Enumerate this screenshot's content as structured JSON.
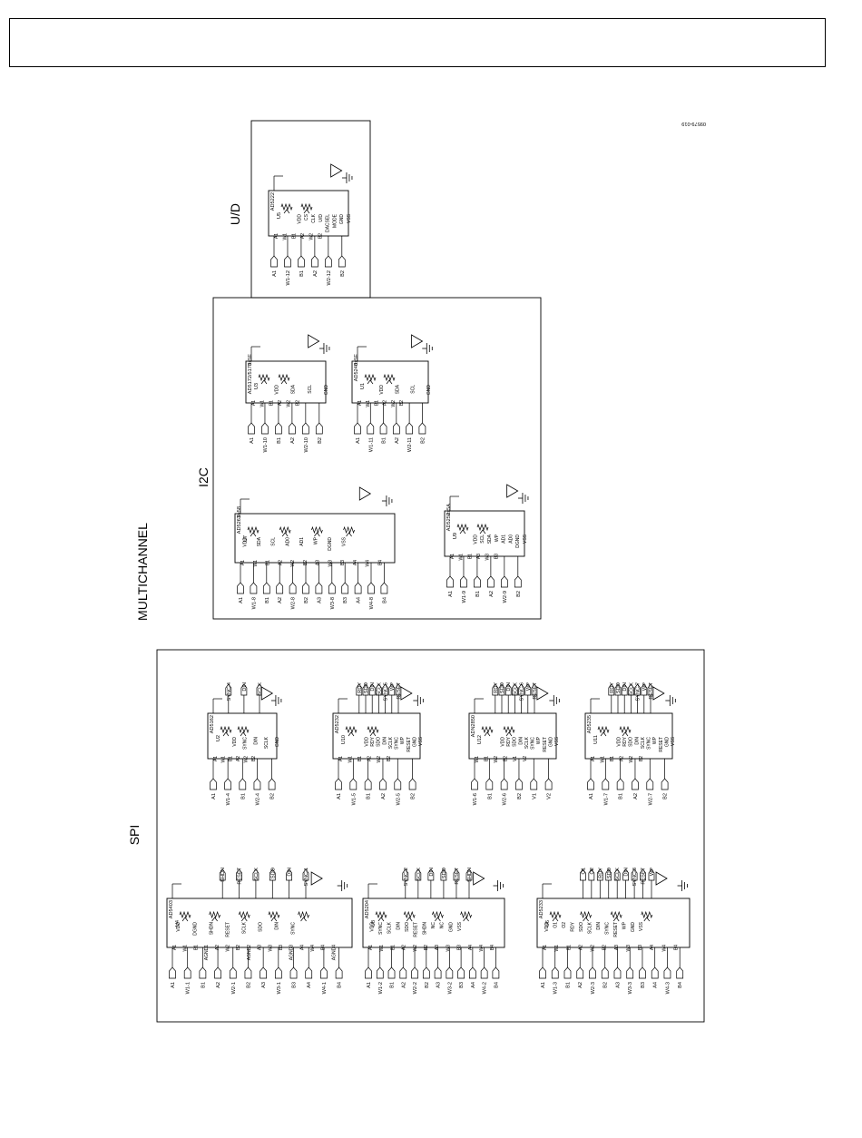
{
  "header": {
    "title": ""
  },
  "figure_id": "09579-019",
  "sections": {
    "ud": "U/D",
    "i2c": "I2C",
    "multichannel": "MULTICHANNEL",
    "spi": "SPI"
  },
  "chips": [
    {
      "ref": "U5",
      "part": "AD5222",
      "left": [
        "A1",
        "W1",
        "B1",
        "A2",
        "W2",
        "B2"
      ],
      "right": [
        "VDD",
        "CS",
        "CLK",
        "U/D",
        "DACSEL",
        "MODE",
        "GND",
        "VSS"
      ],
      "nets": [
        "A1",
        "W1-12",
        "B1",
        "A2",
        "W2-12",
        "B2"
      ]
    },
    {
      "ref": "U3",
      "part": "AD5172/5173",
      "addr": "0x5E",
      "left": [
        "A1",
        "W1",
        "B1",
        "A2",
        "W2",
        "B2"
      ],
      "right": [
        "VDD",
        "SDA",
        "SCL",
        "GND"
      ],
      "nets": [
        "A1",
        "W1-10",
        "B1",
        "A2",
        "W2-10",
        "B2"
      ]
    },
    {
      "ref": "U1",
      "part": "AD5248",
      "addr": "0x5E",
      "left": [
        "A1",
        "W1",
        "B1",
        "A2",
        "W2",
        "B2"
      ],
      "right": [
        "VDD",
        "SDA",
        "SCL",
        "GND"
      ],
      "nets": [
        "A1",
        "W1-11",
        "B1",
        "A2",
        "W2-11",
        "B2"
      ]
    },
    {
      "ref": "U7",
      "part": "AD5263",
      "addr": "0x58",
      "left": [
        "A1",
        "W1",
        "B1",
        "A2",
        "W2",
        "B2",
        "A3",
        "W3",
        "B3",
        "A4",
        "W4",
        "B4"
      ],
      "right": [
        "VDD",
        "SDA",
        "SCL",
        "AD0",
        "AD1",
        "WP",
        "DGND",
        "VSS"
      ],
      "nets": [
        "A1",
        "W1-8",
        "B1",
        "A2",
        "W2-8",
        "B2",
        "A3",
        "W3-8",
        "B3",
        "A4",
        "W4-8",
        "B4"
      ]
    },
    {
      "ref": "U9",
      "part": "AD5252",
      "addr": "0x5A",
      "left": [
        "A1",
        "W1",
        "B1",
        "A3",
        "W3",
        "B3"
      ],
      "right": [
        "VDD",
        "SCL",
        "SDA",
        "WP",
        "AD1",
        "AD0",
        "DGND",
        "VSS"
      ],
      "nets": [
        "A1",
        "W1-9",
        "B1",
        "A2",
        "W2-9",
        "B2"
      ]
    },
    {
      "ref": "U2",
      "part": "AD5162",
      "left": [
        "A1",
        "W1",
        "B1",
        "A2",
        "W2",
        "B2"
      ],
      "right": [
        "VDD",
        "SYNC",
        "DIN",
        "SCLK",
        "GND"
      ],
      "nets": [
        "A1",
        "W1-4",
        "B1",
        "W2-4",
        "B2"
      ],
      "top_nets": [
        "SYNC-4",
        "DIN",
        "SCLK"
      ]
    },
    {
      "ref": "U10",
      "part": "AD5232",
      "left": [
        "A1",
        "W1",
        "B1",
        "A2",
        "W2",
        "B2"
      ],
      "right": [
        "VDD",
        "RDY",
        "SDO",
        "DIN",
        "SCLK",
        "SYNC",
        "WP",
        "RESET",
        "GND",
        "VSS"
      ],
      "nets": [
        "A1",
        "W1-5",
        "B1",
        "A2",
        "W2-5",
        "B2"
      ],
      "top_nets": [
        "RDY",
        "SDO",
        "DIN",
        "SCLK",
        "SYNC-5",
        "WP",
        "RESET"
      ]
    },
    {
      "ref": "U12",
      "part": "ADN2850",
      "left": [
        "W1",
        "B1",
        "W2",
        "B2",
        "V1",
        "V2"
      ],
      "right": [
        "VDD",
        "RDY",
        "SDO",
        "DIN",
        "SCLK",
        "SYNC",
        "WP",
        "RESET",
        "GND",
        "VSS"
      ],
      "nets": [
        "W1-6",
        "B1",
        "W2-6",
        "B2",
        "V1",
        "V2"
      ],
      "top_nets": [
        "RDY",
        "SDO",
        "DIN",
        "SCLK",
        "SYNC-6",
        "WP",
        "RESET"
      ]
    },
    {
      "ref": "U11",
      "part": "AD5235",
      "left": [
        "A1",
        "W1",
        "B1",
        "A2",
        "W2",
        "B2"
      ],
      "right": [
        "VDD",
        "RDY",
        "SDO",
        "DIN",
        "SCLK",
        "SYNC",
        "WP",
        "RESET",
        "GND",
        "VSS"
      ],
      "nets": [
        "A1",
        "W1-7",
        "B1",
        "A2",
        "W2-7",
        "B2"
      ],
      "top_nets": [
        "RDY",
        "SDO",
        "DIN",
        "SCLK",
        "SYNC-7",
        "WP",
        "RESET"
      ]
    },
    {
      "ref": "U4",
      "part": "AD5403",
      "left": [
        "A1",
        "W1",
        "B1",
        "AGND1",
        "A2",
        "W2",
        "B2",
        "AGND2",
        "A3",
        "W3",
        "B3",
        "AGND3",
        "A4",
        "W4",
        "B4",
        "AGND4"
      ],
      "right": [
        "VDD",
        "DGND",
        "SHDN",
        "RESET",
        "SCLK",
        "SDO",
        "DIN",
        "SYNC"
      ],
      "nets": [
        "A1",
        "W1-1",
        "B1",
        "A2",
        "W2-1",
        "B2",
        "A3",
        "W3-1",
        "B3",
        "A4",
        "W4-1",
        "B4"
      ],
      "top_nets": [
        "SHDN",
        "RESET",
        "SCLK",
        "SDO",
        "DIN",
        "SYNC-1"
      ]
    },
    {
      "ref": "U8",
      "part": "AD5204",
      "left": [
        "A1",
        "W1",
        "B1",
        "A2",
        "W2",
        "B2",
        "A3",
        "W3",
        "B3",
        "A4",
        "W4",
        "B4"
      ],
      "right": [
        "VDD",
        "SYNC",
        "SCLK",
        "DIN",
        "SDO",
        "RESET",
        "SHDN",
        "NC",
        "NC",
        "GND",
        "VSS"
      ],
      "nets": [
        "A1",
        "W1-2",
        "B1",
        "A2",
        "W2-2",
        "B2",
        "A3",
        "W3-2",
        "B3",
        "A4",
        "W4-2",
        "B4"
      ],
      "top_nets": [
        "SYNC-2",
        "SCLK",
        "DIN",
        "SDO",
        "RESET",
        "SHDN"
      ]
    },
    {
      "ref": "U6",
      "part": "AD5233",
      "left": [
        "A1",
        "W1",
        "B1",
        "A2",
        "W2",
        "B2",
        "A3",
        "W3",
        "B3",
        "A4",
        "W4",
        "B4"
      ],
      "right": [
        "VDD",
        "O1",
        "O2",
        "RDY",
        "SDO",
        "SCLK",
        "DIN",
        "SYNC",
        "RESET",
        "WP",
        "GND",
        "VSS"
      ],
      "nets": [
        "A1",
        "W1-3",
        "B1",
        "A2",
        "W2-3",
        "B2",
        "A3",
        "W3-3",
        "B3",
        "A4",
        "W4-3",
        "B4"
      ],
      "top_nets": [
        "O1",
        "O2",
        "RDY",
        "SDO",
        "SCLK",
        "DIN",
        "SYNC-3",
        "RESET",
        "WP"
      ]
    }
  ]
}
